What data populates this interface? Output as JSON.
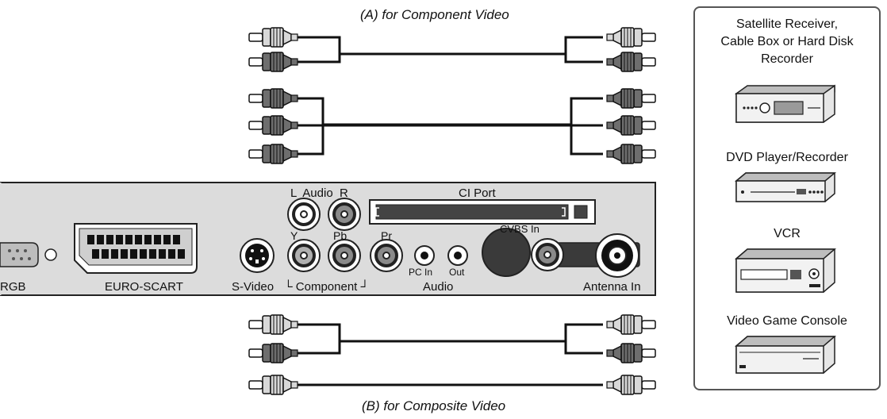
{
  "captions": {
    "component": "(A) for Component Video",
    "composite": "(B) for Composite Video"
  },
  "panel": {
    "audio_lr": "L  Audio  R",
    "ci_port": "CI Port",
    "cvbs_in": "CVBS In",
    "rgb": "RGB",
    "euro_scart": "EURO-SCART",
    "s_video": "S-Video",
    "y": "Y",
    "pb": "Pb",
    "pr": "Pr",
    "component": "└ Component ┘",
    "pc_in": "PC In",
    "out": "Out",
    "audio": "Audio",
    "antenna_in": "Antenna In"
  },
  "devices": [
    {
      "label": "Satellite Receiver,",
      "label2": "Cable Box or Hard Disk",
      "label3": "Recorder",
      "icon": "satellite-receiver-icon"
    },
    {
      "label": "DVD Player/Recorder",
      "icon": "dvd-player-icon"
    },
    {
      "label": "VCR",
      "icon": "vcr-icon"
    },
    {
      "label": "Video Game Console",
      "icon": "game-console-icon"
    }
  ],
  "colors": {
    "panel": "#dcdcdc",
    "plug_light": "#d8d8d8",
    "plug_dark": "#6e6e6e",
    "cable": "#111111",
    "border": "#555555"
  }
}
